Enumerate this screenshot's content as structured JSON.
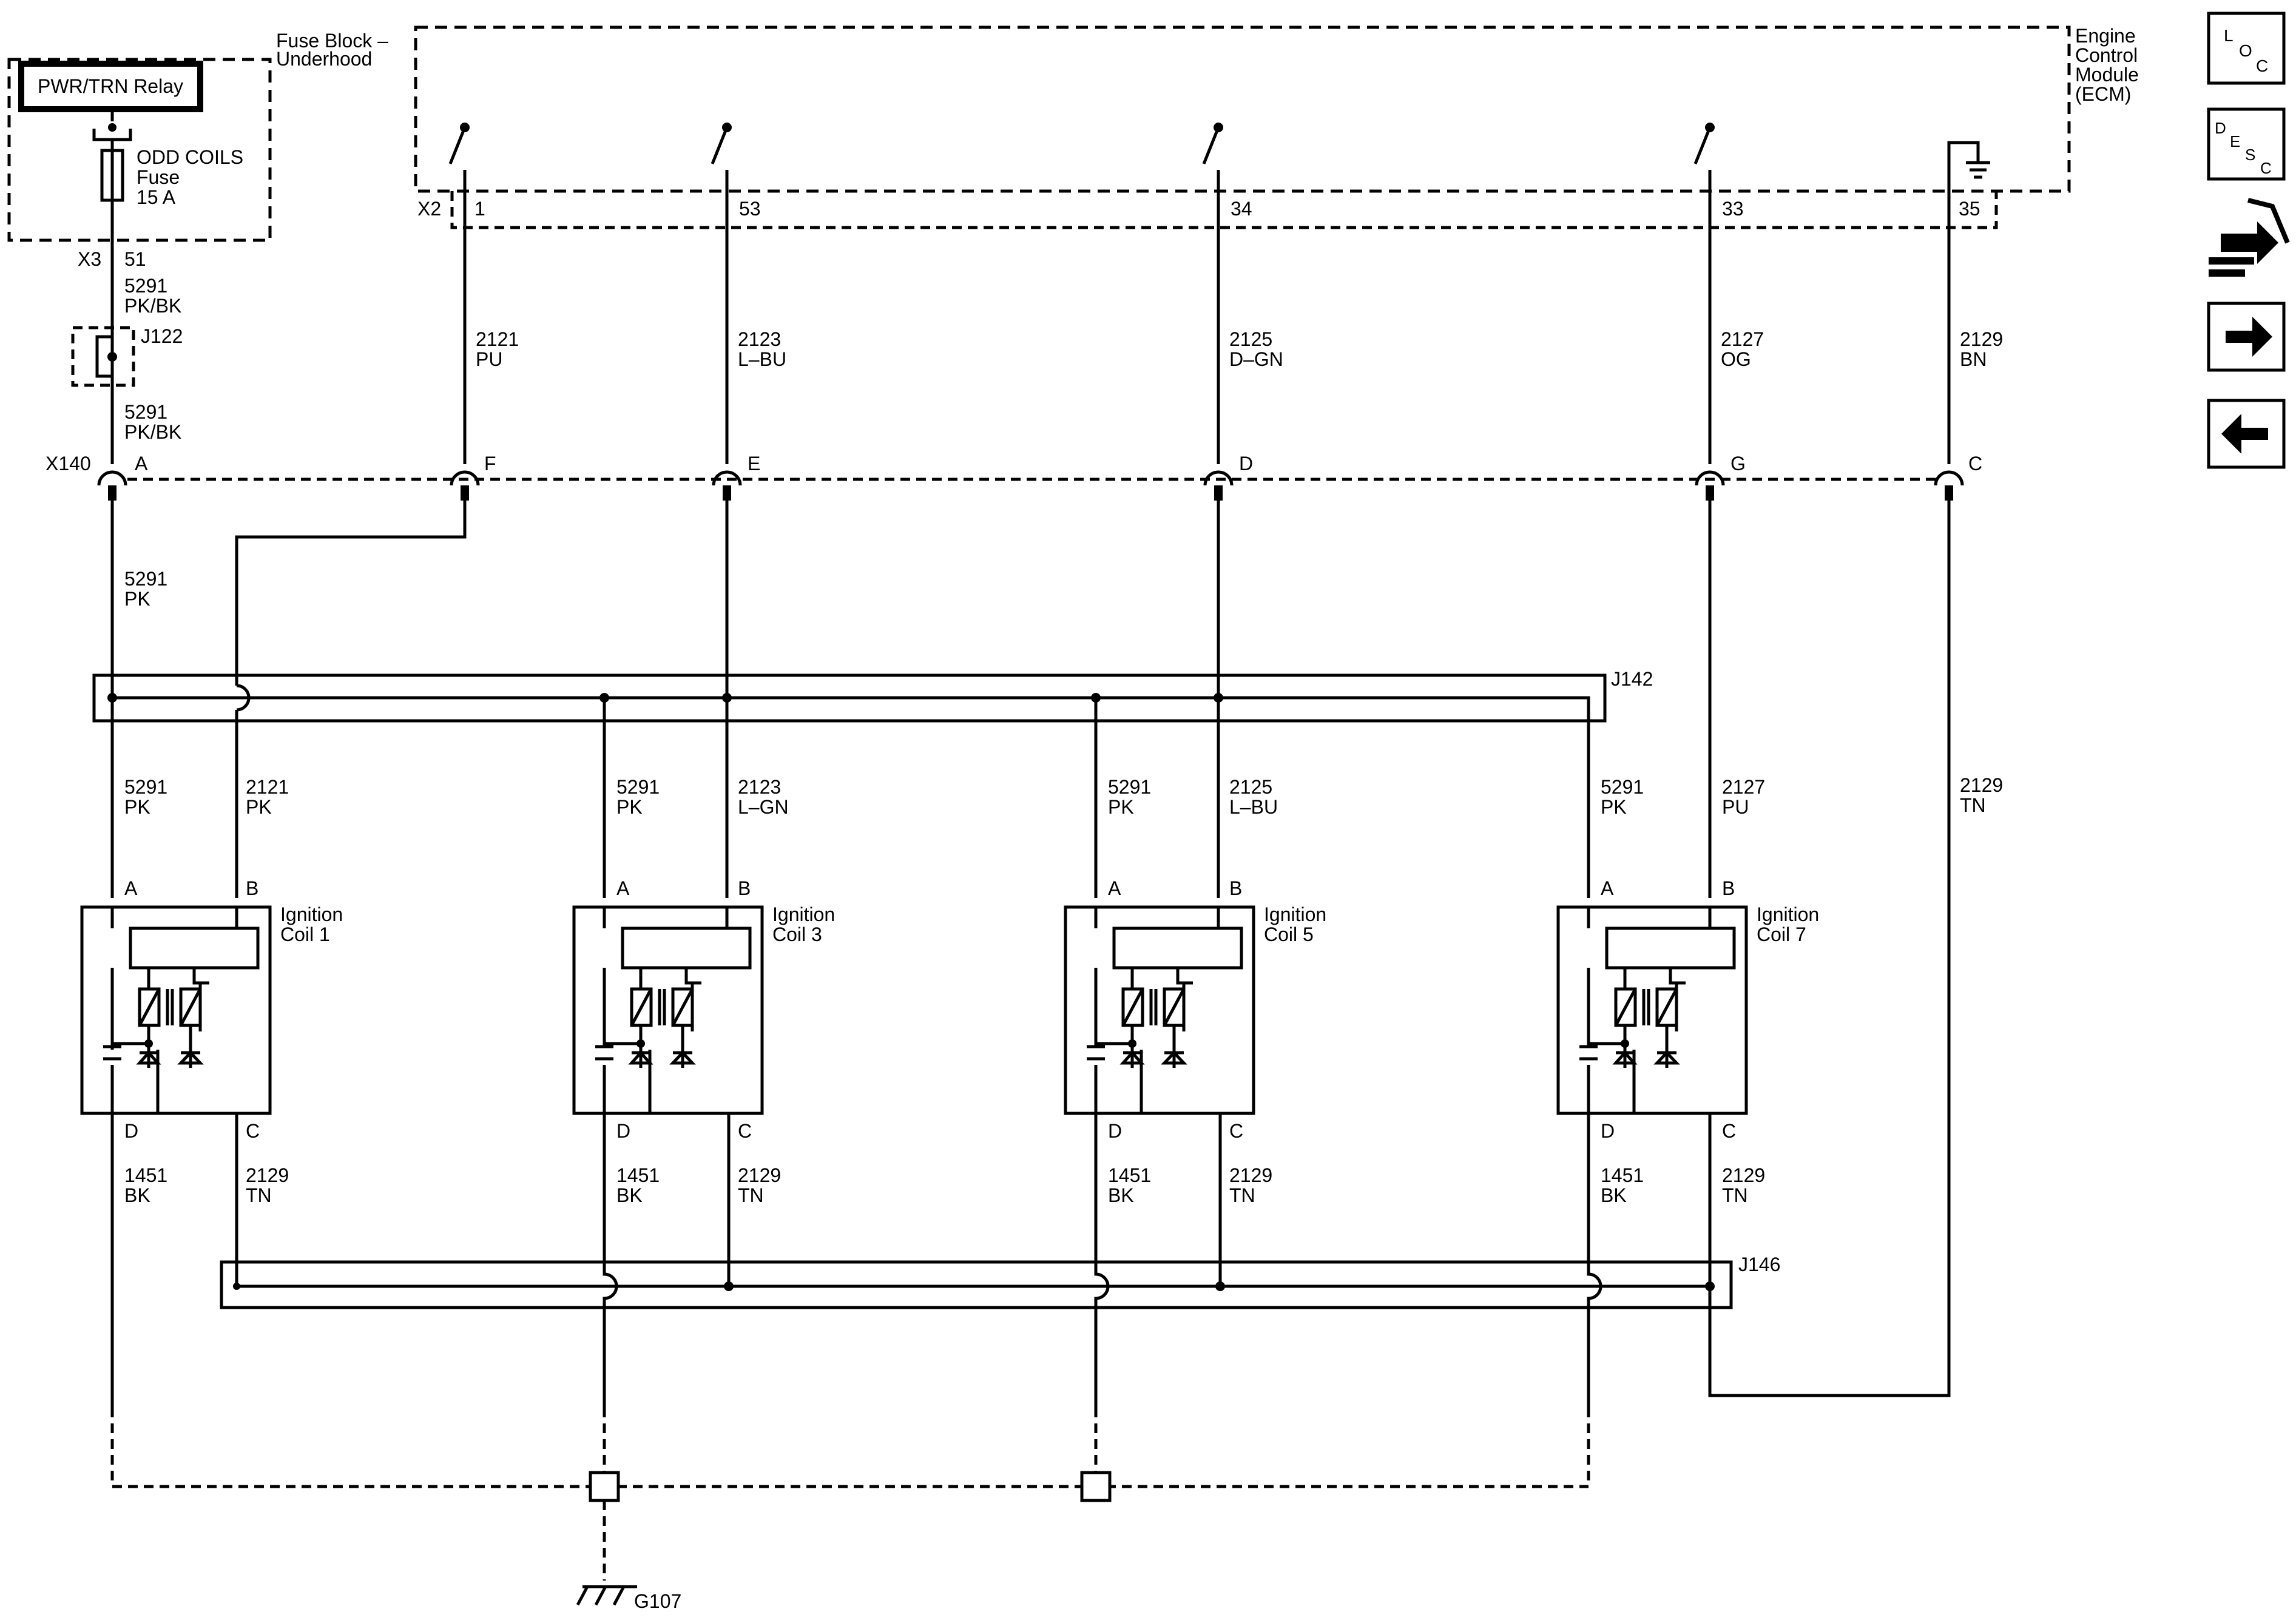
{
  "modules": {
    "fuse_block": {
      "name_line1": "Fuse Block –",
      "name_line2": "Underhood"
    },
    "relay": {
      "label": "PWR/TRN Relay"
    },
    "fuse": {
      "line1": "ODD COILS",
      "line2": "Fuse",
      "line3": "15 A"
    },
    "ecm": {
      "line1": "Engine",
      "line2": "Control",
      "line3": "Module",
      "line4": "(ECM)"
    }
  },
  "connectors": {
    "x3": {
      "name": "X3",
      "pin": "51"
    },
    "x2": {
      "name": "X2",
      "pins": [
        "1",
        "53",
        "34",
        "33",
        "35"
      ]
    },
    "j122": "J122",
    "x140": {
      "name": "X140",
      "pins": [
        "A",
        "F",
        "E",
        "D",
        "G",
        "C"
      ]
    },
    "j142": "J142",
    "j146": "J146",
    "ground": "G107"
  },
  "wires": {
    "fuse_out": {
      "circuit": "5291",
      "color": "PK/BK"
    },
    "j122_out": {
      "circuit": "5291",
      "color": "PK/BK"
    },
    "x140_a": {
      "circuit": "5291",
      "color": "PK"
    },
    "ecm": [
      {
        "circuit": "2121",
        "color": "PU"
      },
      {
        "circuit": "2123",
        "color": "L–BU"
      },
      {
        "circuit": "2125",
        "color": "D–GN"
      },
      {
        "circuit": "2127",
        "color": "OG"
      },
      {
        "circuit": "2129",
        "color": "BN"
      }
    ],
    "tn_return": {
      "circuit": "2129",
      "color": "TN"
    }
  },
  "coils": [
    {
      "name1": "Ignition",
      "name2": "Coil 1",
      "a_circuit": "5291",
      "a_color": "PK",
      "b_circuit": "2121",
      "b_color": "PK",
      "d_circuit": "1451",
      "d_color": "BK",
      "c_circuit": "2129",
      "c_color": "TN",
      "pin_a": "A",
      "pin_b": "B",
      "pin_c": "C",
      "pin_d": "D"
    },
    {
      "name1": "Ignition",
      "name2": "Coil 3",
      "a_circuit": "5291",
      "a_color": "PK",
      "b_circuit": "2123",
      "b_color": "L–GN",
      "d_circuit": "1451",
      "d_color": "BK",
      "c_circuit": "2129",
      "c_color": "TN",
      "pin_a": "A",
      "pin_b": "B",
      "pin_c": "C",
      "pin_d": "D"
    },
    {
      "name1": "Ignition",
      "name2": "Coil 5",
      "a_circuit": "5291",
      "a_color": "PK",
      "b_circuit": "2125",
      "b_color": "L–BU",
      "d_circuit": "1451",
      "d_color": "BK",
      "c_circuit": "2129",
      "c_color": "TN",
      "pin_a": "A",
      "pin_b": "B",
      "pin_c": "C",
      "pin_d": "D"
    },
    {
      "name1": "Ignition",
      "name2": "Coil 7",
      "a_circuit": "5291",
      "a_color": "PK",
      "b_circuit": "2127",
      "b_color": "PU",
      "d_circuit": "1451",
      "d_color": "BK",
      "c_circuit": "2129",
      "c_color": "TN",
      "pin_a": "A",
      "pin_b": "B",
      "pin_c": "C",
      "pin_d": "D"
    }
  ],
  "nav": {
    "loc": {
      "l1": "L",
      "l2": "O",
      "l3": "C"
    },
    "desc": {
      "l1": "D",
      "l2": "E",
      "l3": "S",
      "l4": "C"
    },
    "icons": [
      "connector-tool-icon",
      "arrow-right-icon",
      "arrow-left-icon"
    ]
  }
}
